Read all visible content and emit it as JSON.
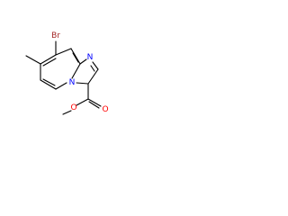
{
  "molecule": {
    "colors": {
      "bond": "#000000",
      "carbon_text": "#000000",
      "nitrogen": "#0000ff",
      "oxygen": "#ff0000",
      "bromine": "#a52a2a"
    },
    "atoms": [
      {
        "id": "br",
        "symbol": "Br",
        "label": "Br",
        "element": "bromine"
      },
      {
        "id": "n-bridge",
        "symbol": "N",
        "label": "N",
        "element": "nitrogen"
      },
      {
        "id": "n-imine",
        "symbol": "N",
        "label": "N",
        "element": "nitrogen"
      },
      {
        "id": "o-carbonyl",
        "symbol": "O",
        "label": "O",
        "element": "oxygen"
      },
      {
        "id": "o-ester",
        "symbol": "O",
        "label": "O",
        "element": "oxygen"
      }
    ]
  }
}
